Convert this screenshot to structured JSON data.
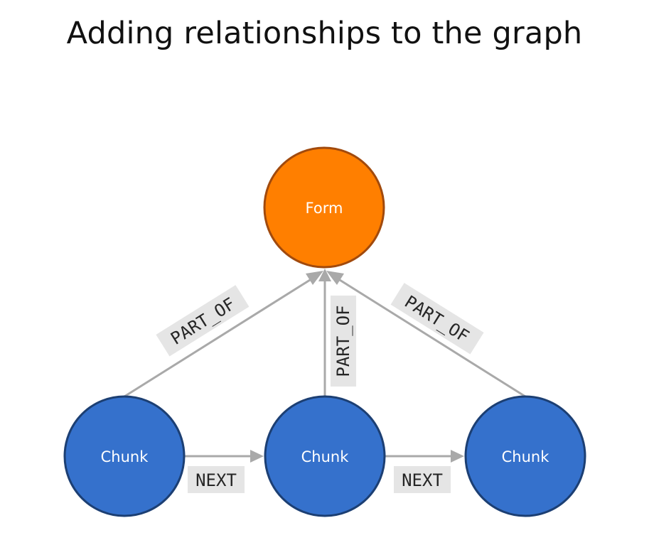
{
  "title": "Adding relationships to the graph",
  "colors": {
    "form_fill": "#ff7f00",
    "form_stroke": "#a14a0d",
    "chunk_fill": "#3571cc",
    "chunk_stroke": "#1c3f73",
    "edge": "#a9a9a9",
    "label_background": "#e5e5e5"
  },
  "nodes": {
    "form": {
      "label": "Form"
    },
    "chunk_left": {
      "label": "Chunk"
    },
    "chunk_middle": {
      "label": "Chunk"
    },
    "chunk_right": {
      "label": "Chunk"
    }
  },
  "edges": {
    "part_of_left": {
      "label": "PART_OF",
      "from": "chunk_left",
      "to": "form"
    },
    "part_of_middle": {
      "label": "PART_OF",
      "from": "chunk_middle",
      "to": "form"
    },
    "part_of_right": {
      "label": "PART_OF",
      "from": "chunk_right",
      "to": "form"
    },
    "next_left": {
      "label": "NEXT",
      "from": "chunk_left",
      "to": "chunk_middle"
    },
    "next_right": {
      "label": "NEXT",
      "from": "chunk_middle",
      "to": "chunk_right"
    }
  }
}
